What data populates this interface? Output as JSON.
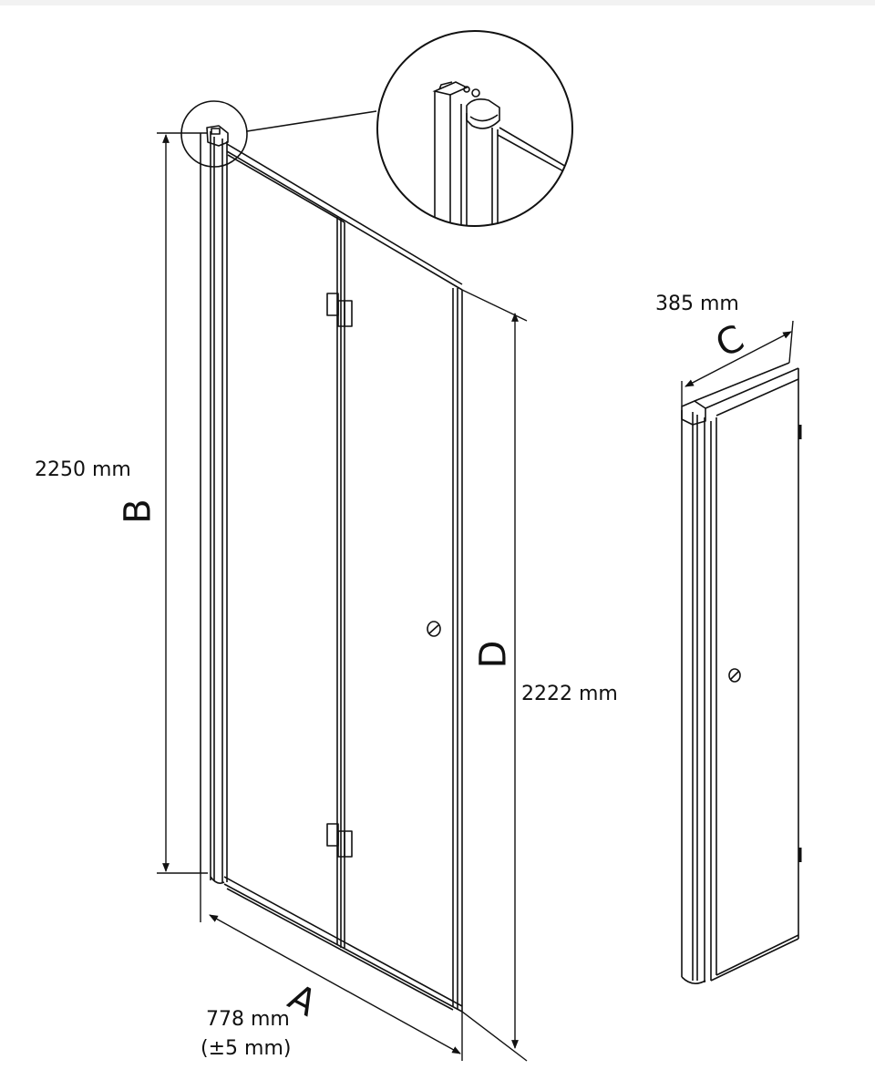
{
  "dimensions": {
    "A": {
      "letter": "A",
      "value": "778 mm",
      "tolerance": "(±5 mm)"
    },
    "B": {
      "letter": "B",
      "value": "2250 mm"
    },
    "C": {
      "letter": "C",
      "value": "385 mm"
    },
    "D": {
      "letter": "D",
      "value": "2222 mm"
    }
  },
  "colors": {
    "line": "#111111",
    "background": "#ffffff",
    "frame_bar": "#f2f2f2"
  }
}
